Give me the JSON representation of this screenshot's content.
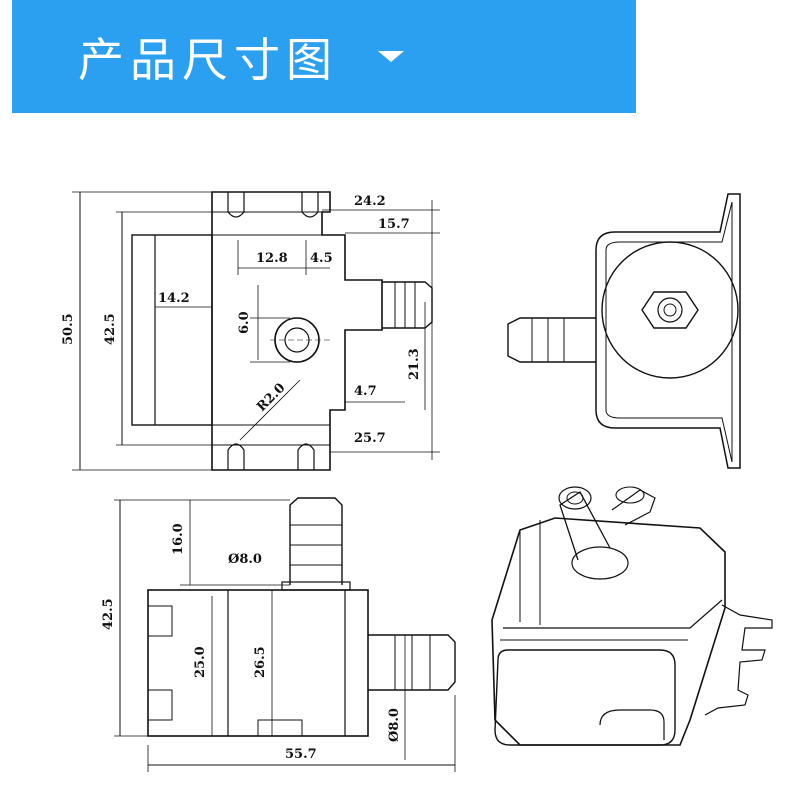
{
  "banner": {
    "title": "产品尺寸图",
    "color": "#2b9ff0",
    "caret_icon": "caret-down-icon"
  },
  "front_view": {
    "dims": {
      "overall_height": "50.5",
      "body_height": "42.5",
      "cover_depth": "14.2",
      "width_top": "24.2",
      "width_right": "15.7",
      "hole_offset": "12.8",
      "slot_width": "4.5",
      "hole_height": "6.0",
      "radius": "R2.0",
      "outlet_offset": "4.7",
      "outlet_height": "21.3",
      "width_bottom": "25.7"
    }
  },
  "side_view": {
    "dims": {
      "inlet_length": "16.0",
      "inlet_diameter": "Ø8.0",
      "height": "42.5",
      "body_height": "25.0",
      "core_height": "26.5",
      "outlet_diameter": "Ø8.0",
      "total_width": "55.7"
    }
  },
  "views": [
    "front-view",
    "back-view",
    "side-view",
    "isometric-view"
  ]
}
